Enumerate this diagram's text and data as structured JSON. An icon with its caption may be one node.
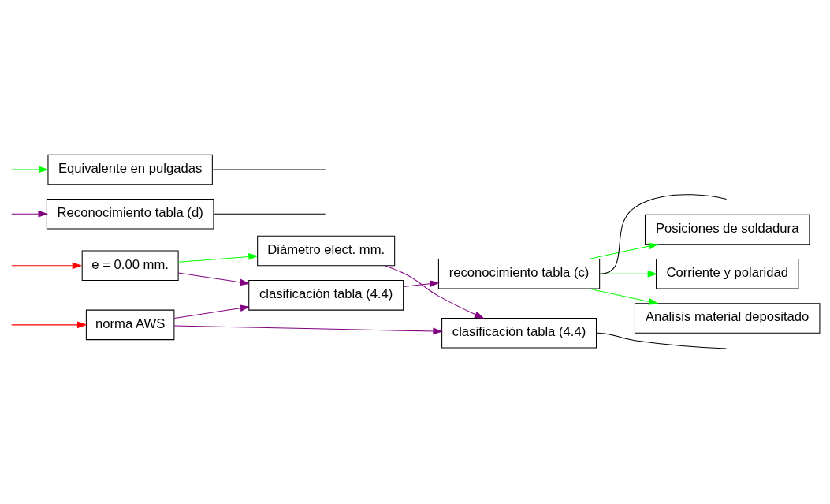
{
  "diagram": {
    "nodes": [
      {
        "text": [
          "e = 0.00 mm."
        ]
      },
      {
        "text": [
          "norma AWS"
        ]
      },
      {
        "text": [
          "clasificación tabla (4.4)"
        ]
      },
      {
        "text": [
          "reconocimiento tabla (c)"
        ]
      },
      {
        "text": [
          "Analisis material depositado"
        ]
      },
      {
        "text": [
          "Posiciones de soldadura"
        ]
      },
      {
        "text": [
          "Corriente y polaridad"
        ]
      },
      {
        "text": [
          "Diámetro elect. mm."
        ]
      },
      {
        "text": [
          "clasificación tabla (4.4)"
        ]
      },
      {
        "text": [
          "Reconocimiento tabla (d)"
        ]
      },
      {
        "text": [
          "Equivalente en pulgadas"
        ]
      }
    ],
    "edges": [
      {
        "from": null,
        "to": 0,
        "arrow": "to",
        "color": "#ff0000"
      },
      {
        "from": null,
        "to": 1,
        "arrow": "to",
        "color": "#ff0000"
      },
      {
        "from": 0,
        "to": 2,
        "arrow": "to",
        "color": "#800080"
      },
      {
        "from": 1,
        "to": 2,
        "arrow": "to",
        "color": "#800080"
      },
      {
        "from": 2,
        "to": 3,
        "arrow": "to",
        "color": "#800080"
      },
      {
        "from": 3,
        "to": 4,
        "arrow": "to",
        "color": "#00ff00"
      },
      {
        "from": 3,
        "to": 5,
        "arrow": "to",
        "color": "#00ff00"
      },
      {
        "from": 3,
        "to": 6,
        "arrow": "to",
        "color": "#00ff00"
      },
      {
        "from": 3,
        "to": null,
        "arrow": "none",
        "color": "#000000"
      },
      {
        "from": 0,
        "to": 7,
        "arrow": "to",
        "color": "#00ff00"
      },
      {
        "from": 1,
        "to": 8,
        "arrow": "to",
        "color": "#800080"
      },
      {
        "from": 7,
        "to": 8,
        "arrow": "to",
        "color": "#800080"
      },
      {
        "from": 8,
        "to": null,
        "arrow": "none",
        "color": "#000000"
      },
      {
        "from": 9,
        "to": null,
        "arrow": "none",
        "color": "#000000"
      },
      {
        "from": null,
        "to": 9,
        "arrow": "to",
        "color": "#800080"
      },
      {
        "from": 10,
        "to": null,
        "arrow": "none",
        "color": "#000000"
      },
      {
        "from": null,
        "to": 10,
        "arrow": "to",
        "color": "#00ff00"
      }
    ]
  }
}
